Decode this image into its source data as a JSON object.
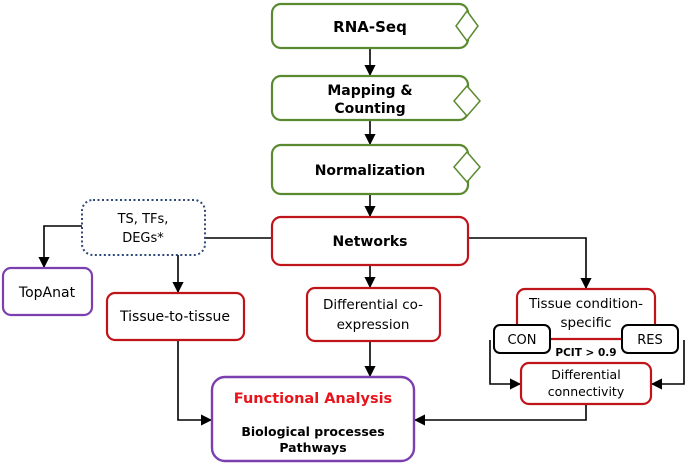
{
  "nodes": {
    "rna_seq": "RNA-Seq",
    "mapping": [
      "Mapping &",
      "Counting"
    ],
    "normalization": "Normalization",
    "networks": "Networks",
    "annotation": [
      "TS, TFs,",
      "DEGs*"
    ],
    "topanat": "TopAnat",
    "tissue_to_tissue": "Tissue-to-tissue",
    "differential_coexpression": [
      "Differential co-",
      "expression"
    ],
    "tissue_condition": [
      "Tissue condition-",
      "specific"
    ],
    "con": "CON",
    "res": "RES",
    "pcit": "PCIT > 0.9",
    "differential_connectivity": [
      "Differential",
      "connectivity"
    ],
    "functional_analysis": {
      "title": "Functional Analysis",
      "lines": [
        "Biological processes",
        "Pathways"
      ]
    }
  },
  "colors": {
    "green": "#5a8a2f",
    "red": "#c0141b",
    "purple": "#7b3fb0",
    "navy": "#2e4a7a",
    "title_red": "#e8141b",
    "arrow": "#000000"
  }
}
